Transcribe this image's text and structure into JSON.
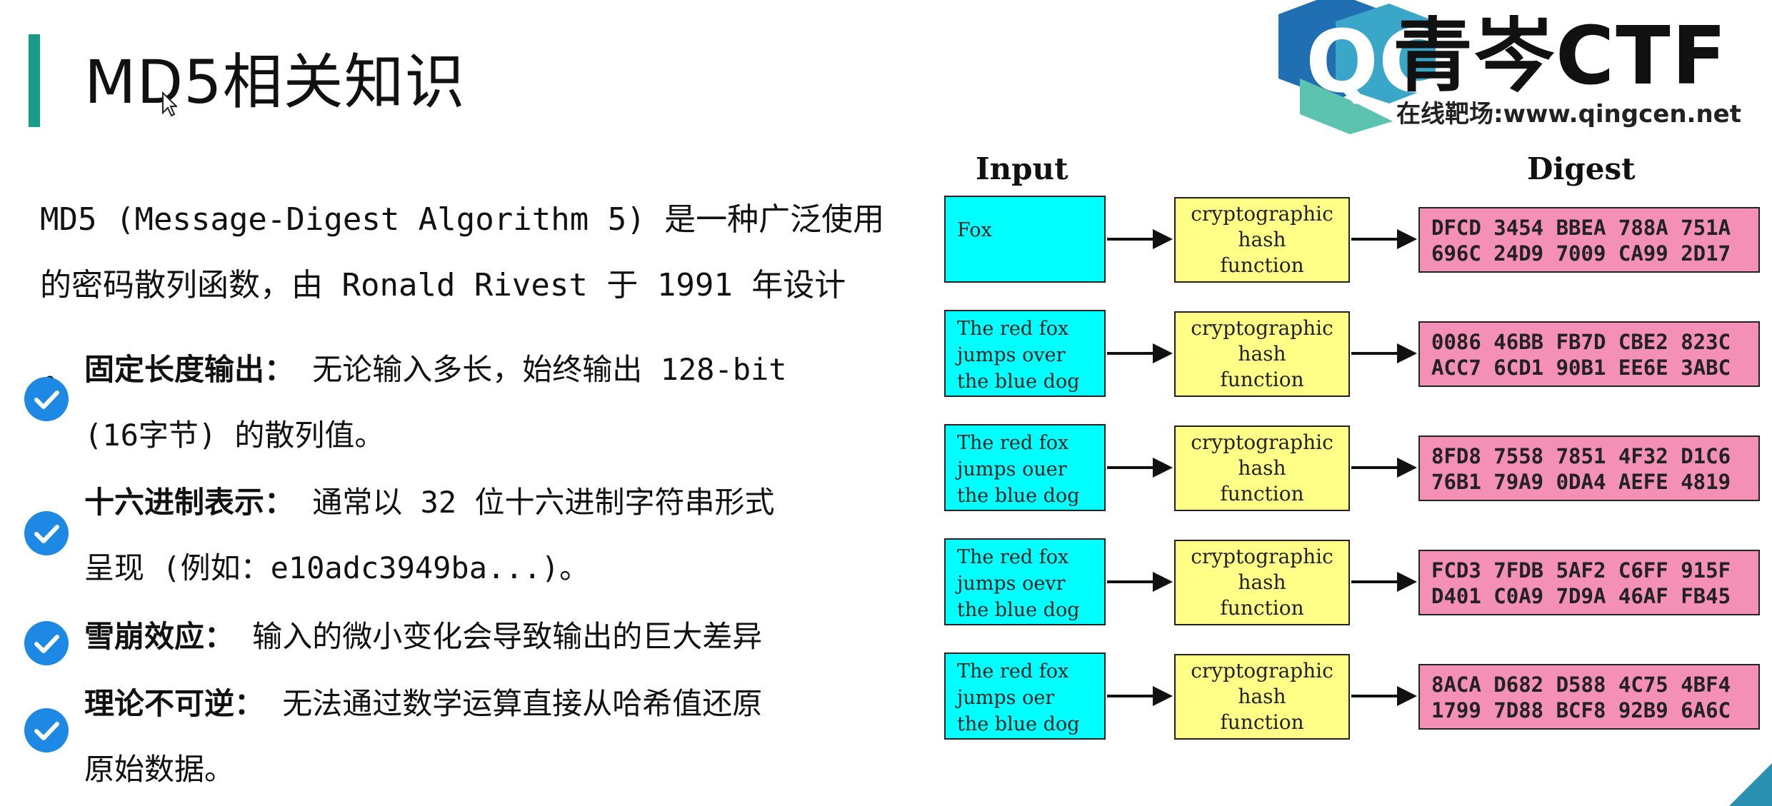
{
  "slide": {
    "title": "MD5相关知识",
    "intro_lines": [
      "MD5 (Message-Digest Algorithm 5) 是一种广泛使用",
      "的密码散列函数，由 Ronald Rivest 于 1991 年设计",
      "。"
    ],
    "bullets": [
      {
        "head": "固定长度输出：",
        "body": " 无论输入多长，始终输出 128-bit",
        "cont": "(16字节) 的散列值。"
      },
      {
        "head": "十六进制表示：",
        "body": " 通常以 32 位十六进制字符串形式",
        "cont": "呈现 (例如：e10adc3949ba...)。"
      },
      {
        "head": "雪崩效应：",
        "body": " 输入的微小变化会导致输出的巨大差异",
        "cont": ""
      },
      {
        "head": "理论不可逆：",
        "body": " 无法通过数学运算直接从哈希值还原",
        "cont": "原始数据。"
      }
    ],
    "check_icon": "check-circle-icon",
    "accent_color": "#1b9a8c",
    "check_color": "#1e88e5"
  },
  "logo": {
    "name": "青岑CTF",
    "subtitle": "在线靶场:www.qingcen.net",
    "icon": "qc-cube-logo-icon"
  },
  "diagram": {
    "input_header": "Input",
    "digest_header": "Digest",
    "rows": [
      {
        "input": [
          "Fox"
        ],
        "hash": [
          "cryptographic",
          "hash",
          "function"
        ],
        "digest": [
          "DFCD 3454 BBEA 788A 751A",
          "696C 24D9 7009 CA99 2D17"
        ]
      },
      {
        "input": [
          "The red fox",
          "jumps over",
          "the blue dog"
        ],
        "hash": [
          "cryptographic",
          "hash",
          "function"
        ],
        "digest": [
          "0086 46BB FB7D CBE2 823C",
          "ACC7 6CD1 90B1 EE6E 3ABC"
        ]
      },
      {
        "input": [
          "The red fox",
          "jumps ouer",
          "the blue dog"
        ],
        "hash": [
          "cryptographic",
          "hash",
          "function"
        ],
        "digest": [
          "8FD8 7558 7851 4F32 D1C6",
          "76B1 79A9 0DA4 AEFE 4819"
        ]
      },
      {
        "input": [
          "The red fox",
          "jumps oevr",
          "the blue dog"
        ],
        "hash": [
          "cryptographic",
          "hash",
          "function"
        ],
        "digest": [
          "FCD3 7FDB 5AF2 C6FF 915F",
          "D401 C0A9 7D9A 46AF FB45"
        ]
      },
      {
        "input": [
          "The red fox",
          "jumps oer",
          "the blue dog"
        ],
        "hash": [
          "cryptographic",
          "hash",
          "function"
        ],
        "digest": [
          "8ACA D682 D588 4C75 4BF4",
          "1799 7D88 BCF8 92B9 6A6C"
        ]
      }
    ],
    "input_color": "#00ffff",
    "hash_color": "#ffff88",
    "digest_color": "#f48fb6"
  }
}
